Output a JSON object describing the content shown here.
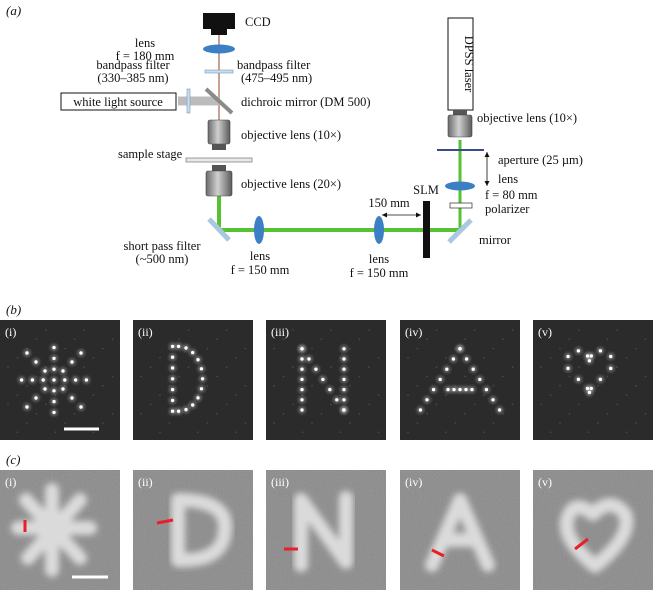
{
  "panels": {
    "a": "(a)",
    "b": "(b)",
    "c": "(c)"
  },
  "setup": {
    "ccd": "CCD",
    "lens_top": "lens",
    "lens_top_f": "f = 180 mm",
    "bp_left_1": "bandpass filter",
    "bp_left_2": "(330–385 nm)",
    "bp_right_1": "bandpass filter",
    "bp_right_2": "(475–495 nm)",
    "white_light": "white light source",
    "dichroic": "dichroic mirror (DM 500)",
    "obj10": "objective lens (10×)",
    "sample_stage": "sample stage",
    "obj20": "objective lens (20×)",
    "sp_filter_1": "short pass filter",
    "sp_filter_2": "(~500 nm)",
    "lens_a": "lens",
    "lens_a_f": "f = 150 mm",
    "lens_b": "lens",
    "lens_b_f": "f = 150 mm",
    "dist_150": "150 mm",
    "slm": "SLM",
    "laser": "DPSS laser",
    "obj10_right": "objective lens (10×)",
    "aperture": "aperture (25 µm)",
    "lens_r": "lens",
    "lens_r_f": "f = 80 mm",
    "polarizer": "polarizer",
    "mirror": "mirror"
  },
  "numerals": [
    "(i)",
    "(ii)",
    "(iii)",
    "(iv)",
    "(v)"
  ],
  "patterns": [
    "asterisk",
    "D",
    "N",
    "A",
    "heart"
  ],
  "colors": {
    "beam": "#55c233",
    "optic_blue": "#3d7fc4",
    "marker": "#e8202a",
    "panel_dark": "#2b2b2b",
    "panel_gray": "#8c8c8c"
  }
}
